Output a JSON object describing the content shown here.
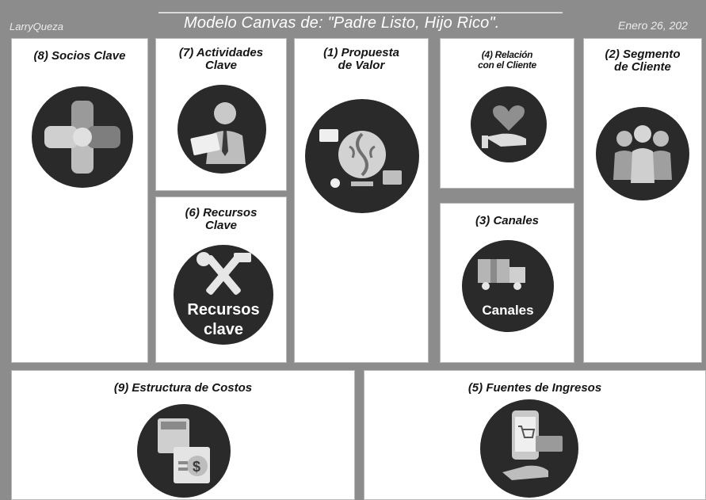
{
  "header": {
    "author": "LarryQueza",
    "title": "Modelo Canvas de:  \"Padre Listo, Hijo Rico\".",
    "date": "Enero 26, 202"
  },
  "blocks": {
    "socios": {
      "title": "(8)  Socios  Clave",
      "icon": "handshake-hands-icon"
    },
    "actividades": {
      "title_line1": "(7)  Actividades",
      "title_line2": "Clave",
      "icon": "businessman-laptop-icon"
    },
    "recursos": {
      "title_line1": "(6)  Recursos",
      "title_line2": "Clave",
      "icon": "wrench-hammer-icon",
      "caption_line1": "Recursos",
      "caption_line2": "clave"
    },
    "propuesta": {
      "title_line1": "(1)  Propuesta",
      "title_line2": "de Valor",
      "icon": "brain-idea-icon"
    },
    "relacion": {
      "title_line1": "(4)  Relación",
      "title_line2": "con el Cliente",
      "icon": "heart-in-hand-icon"
    },
    "canales": {
      "title": "(3)  Canales",
      "icon": "gift-delivery-truck-icon",
      "caption": "Canales"
    },
    "segmento": {
      "title_line1": "(2)  Segmento",
      "title_line2": "de Cliente",
      "icon": "customers-group-icon"
    },
    "costos": {
      "title": "(9)  Estructura de Costos",
      "icon": "calculator-dollar-icon"
    },
    "ingresos": {
      "title": "(5)  Fuentes de Ingresos",
      "icon": "mobile-cart-payment-icon"
    }
  },
  "colors": {
    "background": "#8c8c8c",
    "cell": "#ffffff",
    "icon_disc": "#2a2a2a",
    "header_text": "#ffffff"
  }
}
